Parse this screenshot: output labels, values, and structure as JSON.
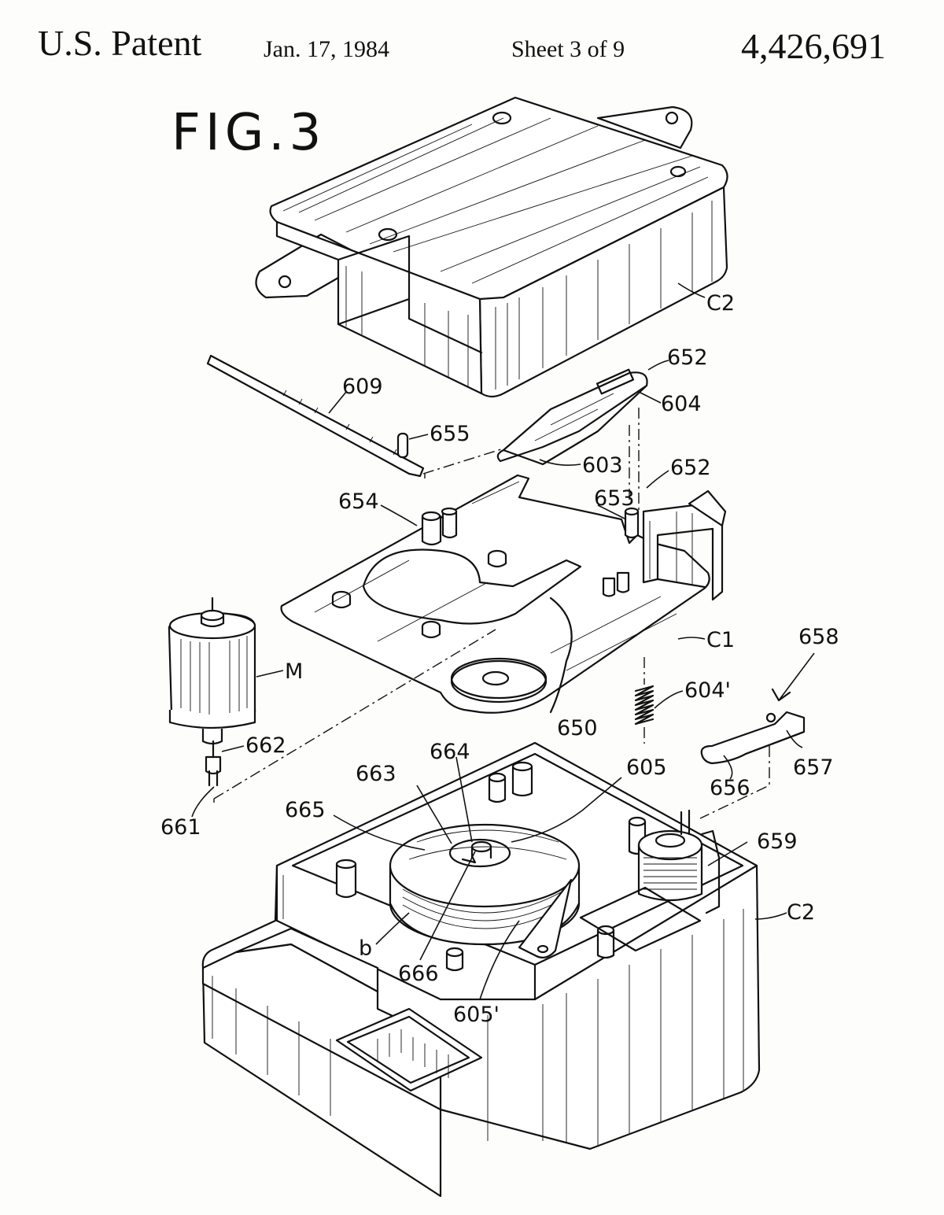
{
  "header": {
    "patent": "U.S. Patent",
    "date": "Jan. 17, 1984",
    "sheet": "Sheet 3 of 9",
    "number": "4,426,691"
  },
  "figure": {
    "title": "FIG.3"
  },
  "labels": {
    "c2_top": "C2",
    "l652a": "652",
    "l609": "609",
    "l604": "604",
    "l655": "655",
    "l603": "603",
    "l652b": "652",
    "l654": "654",
    "l653": "653",
    "l658": "658",
    "lM": "M",
    "c1": "C1",
    "l604p": "604'",
    "l662": "662",
    "l650": "650",
    "l657": "657",
    "l664": "664",
    "l605": "605",
    "l663": "663",
    "l656": "656",
    "l661": "661",
    "l665": "665",
    "l659": "659",
    "c2_bottom": "C2",
    "lb": "b",
    "l666": "666",
    "l605p": "605'"
  }
}
